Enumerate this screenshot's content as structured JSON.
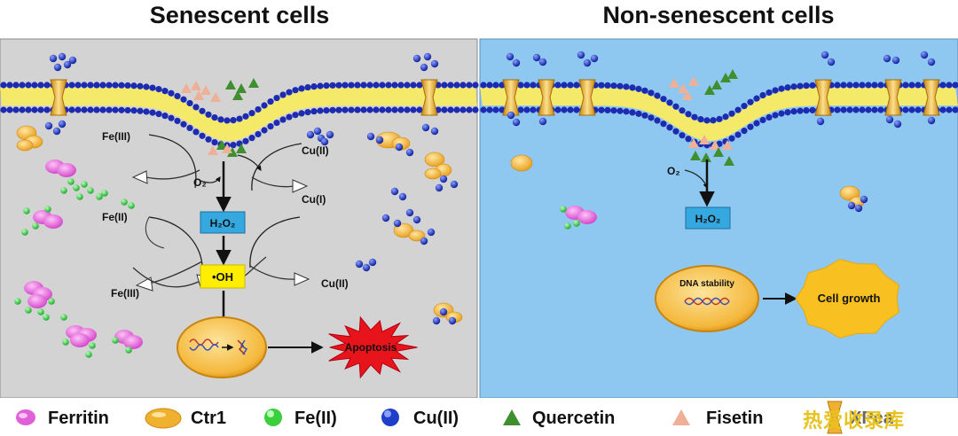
{
  "titles": {
    "left": "Senescent cells",
    "right": "Non-senescent cells"
  },
  "left_panel": {
    "fe3_top": "Fe(III)",
    "fe2": "Fe(II)",
    "fe3_bottom": "Fe(III)",
    "o2": "O₂",
    "h2o2": "H₂O₂",
    "oh": "•OH",
    "cu2_top": "Cu(II)",
    "cu1": "Cu(I)",
    "cu2_bottom": "Cu(II)",
    "apoptosis": "Apoptosis"
  },
  "right_panel": {
    "o2": "O₂",
    "h2o2": "H₂O₂",
    "dna_stability": "DNA stability",
    "cell_growth": "Cell growth"
  },
  "legend": {
    "ferritin": "Ferritin",
    "ctr1": "Ctr1",
    "fe2": "Fe(II)",
    "cu2": "Cu(II)",
    "quercetin": "Quercetin",
    "fisetin": "Fisetin",
    "xpea": "XPea"
  },
  "watermark": "热爱收录库",
  "colors": {
    "left_bg": "#d3d3d3",
    "right_bg": "#8ec8f0",
    "membrane_head": "#1c2bb0",
    "membrane_tail": "#f5e96a",
    "ferritin": "#e060d8",
    "ctr1": "#f0b030",
    "fe2": "#3ccf3c",
    "cu2": "#1f3fc8",
    "quercetin": "#3f8f2f",
    "fisetin": "#eeb097",
    "h2o2_box": "#36a8e0",
    "oh_box": "#ffee00",
    "apoptosis": "#e8141c",
    "cell_growth": "#f8c020"
  }
}
